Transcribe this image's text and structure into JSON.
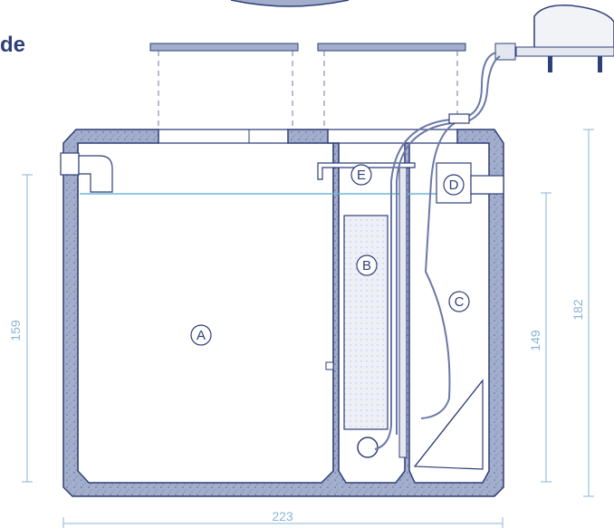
{
  "heading": {
    "text": "de"
  },
  "labels": {
    "chamber_a": "A",
    "chamber_b": "B",
    "chamber_c": "C",
    "item_d": "D",
    "item_e": "E"
  },
  "dimensions": {
    "total_width": "223",
    "inner_height": "159",
    "right_inner_height": "149",
    "outer_height": "182"
  },
  "colors": {
    "wall": "#9aa7c9",
    "outline": "#2f3f77",
    "dimension": "#8ab4d4",
    "water_line": "#6fb7d6"
  }
}
